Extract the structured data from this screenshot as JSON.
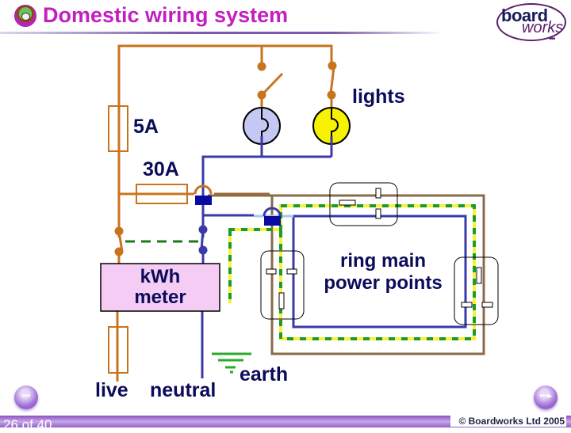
{
  "header": {
    "title": "Domestic wiring system",
    "title_color": "#c21fc0",
    "title_icon": "slide-icon"
  },
  "logo": {
    "board": "board",
    "works": "works",
    "dots": "•••"
  },
  "diagram": {
    "labels": {
      "lights": "lights",
      "fuse_5a": "5A",
      "fuse_30a": "30A",
      "meter_line1": "kWh",
      "meter_line2": "meter",
      "ring_line1": "ring main",
      "ring_line2": "power points",
      "live": "live",
      "neutral": "neutral",
      "earth": "earth"
    },
    "colors": {
      "live_wire": "#c8741e",
      "neutral_wire": "#3a3aa8",
      "earth_wire_green": "#1e9a2a",
      "earth_wire_yellow": "#f6f23a",
      "ring_live_wire": "#8a6a4a",
      "lamp_off": "#c4c8f4",
      "lamp_on": "#f6f200",
      "meter_fill": "#f4ccf4",
      "label_text": "#0b0b5a"
    }
  },
  "navigation": {
    "prev_icon": "previous-slide-icon",
    "next_icon": "next-slide-icon",
    "prev_symbol": "•••",
    "next_symbol": "•••▸"
  },
  "footer": {
    "page_indicator": "26 of 40",
    "copyright": "© Boardworks Ltd 2005"
  }
}
